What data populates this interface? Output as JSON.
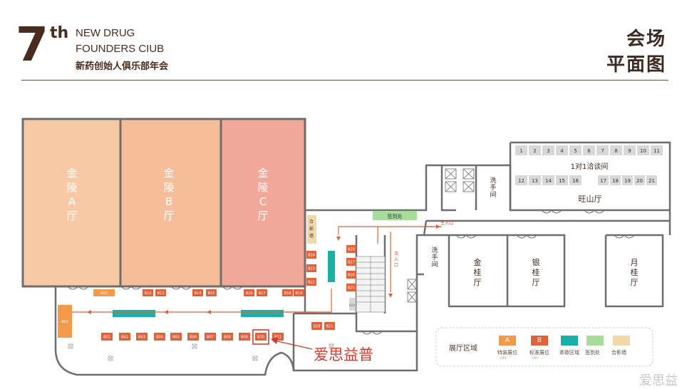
{
  "header": {
    "number": "7",
    "superscript": "th",
    "line1": "NEW DRUG",
    "line2": "FOUNDERS CIUB",
    "line3": "新药创始人俱乐部年会",
    "right1": "会场",
    "right2": "平面图"
  },
  "halls": {
    "a": [
      "金",
      "陵",
      "A",
      "厅"
    ],
    "b": [
      "金",
      "陵",
      "B",
      "厅"
    ],
    "c": [
      "金",
      "陵",
      "C",
      "厅"
    ]
  },
  "rooms": {
    "jingui": [
      "金",
      "桂",
      "厅"
    ],
    "yingui": [
      "银",
      "桂",
      "厅"
    ],
    "yuegui": [
      "月",
      "桂",
      "厅"
    ],
    "wangshan": "旺山厅",
    "meeting": "1对1洽谈间",
    "restroom": [
      "洗",
      "手",
      "间"
    ],
    "photo_wall": [
      "合",
      "影",
      "墙"
    ],
    "checkin": "签到处",
    "main_entrance": "主入口",
    "side_entrance": [
      "次",
      "入",
      "口"
    ]
  },
  "meeting_slots_top": [
    "1",
    "2",
    "3",
    "4",
    "5",
    "6",
    "7",
    "8",
    "9",
    "10",
    "11"
  ],
  "meeting_slots_bottom": [
    "12",
    "13",
    "14",
    "15",
    "16",
    "17",
    "18",
    "19",
    "20",
    "21"
  ],
  "booths": {
    "bottom_row": [
      "B01",
      "B02",
      "B03",
      "B04",
      "B05",
      "B06",
      "B07",
      "B08",
      "B09",
      "B10",
      "B11"
    ],
    "upper_row": [
      "B12",
      "B13",
      "B14",
      "B15",
      "B16",
      "B17",
      "B18",
      "B19"
    ],
    "right_col": [
      "B24",
      "B23",
      "B22"
    ],
    "corridor": [
      "B28",
      "B27",
      "B26",
      "B25"
    ],
    "lower_right": [
      "B20",
      "B21"
    ],
    "special": [
      "A01",
      "A02"
    ],
    "stair_tag": "B29"
  },
  "callout": "爱思益普",
  "legend": {
    "title": "展厅区域",
    "items": [
      {
        "swatch_text": "A",
        "label": "特装展位",
        "sub": "(2P)",
        "color": "#f29a4a"
      },
      {
        "swatch_text": "B",
        "label": "标准展位",
        "sub": "(2P)",
        "color": "#e0623a"
      },
      {
        "swatch_text": "",
        "label": "茶歇区域",
        "sub": "",
        "color": "#1ab0a8"
      },
      {
        "swatch_text": "",
        "label": "签到处",
        "sub": "",
        "color": "#a8dc9a"
      },
      {
        "swatch_text": "",
        "label": "合影墙",
        "sub": "",
        "color": "#f2d8a8"
      }
    ]
  },
  "colors": {
    "hall_a": "#f7c9a5",
    "hall_b": "#f5bd9a",
    "hall_c": "#f2a898",
    "booth": "#e0623a",
    "special_booth": "#f29a4a",
    "tea": "#1ab0a8",
    "checkin": "#a8dc9a",
    "photo": "#f2d8a8",
    "wall": "#6e6e6e",
    "accent": "#d63a2c"
  },
  "watermark": "爱思益"
}
